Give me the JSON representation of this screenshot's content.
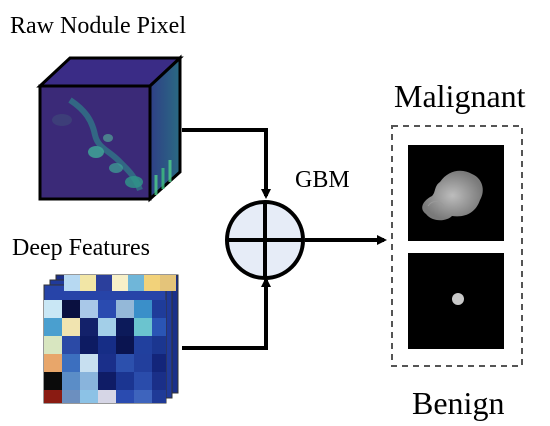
{
  "labels": {
    "raw_input": "Raw Nodule Pixel",
    "deep_input": "Deep Features",
    "fusion": "GBM",
    "class_malignant": "Malignant",
    "class_benign": "Benign"
  },
  "colors": {
    "cube_face": "#3b2a78",
    "cube_top": "#3a2c86",
    "cube_side": "#2b5f7f",
    "outline": "#000000",
    "fusion_fill": "#e6ecf7",
    "background": "#ffffff",
    "result_panel": "#000000",
    "dashed_box": "#555555"
  },
  "icons": {
    "raw_cube": "voxel-cube",
    "feature_stack": "feature-map-stack",
    "fusion_node": "circle-plus-icon",
    "arrows": "arrow-icon"
  },
  "results": {
    "panels": [
      "malignant-ct-slice",
      "benign-ct-slice"
    ]
  }
}
